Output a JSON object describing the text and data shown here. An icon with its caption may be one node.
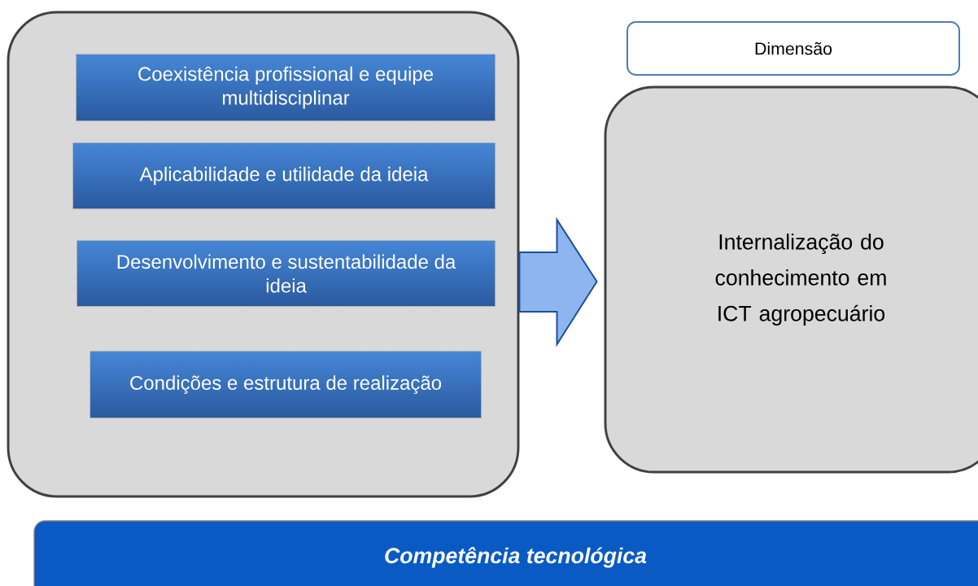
{
  "diagram": {
    "nodes": [
      {
        "text": [],
        "shape": "box"
      },
      {
        "text": [
          "Coexistência  profissional e equipe multidisciplinar"
        ],
        "in": 0
      },
      {
        "text": [
          "Aplicabilidade e utilidade da ideia"
        ],
        "in": 0
      },
      {
        "text": [
          "Desenvolvimento e sustentabilidade da ideia"
        ],
        "in": 0
      },
      {
        "text": [
          "Condições  e estrutura de realização"
        ],
        "in": 0
      },
      {
        "text": [
          "Dimensão"
        ]
      },
      {
        "text": [
          "Internalização do conhecimento em ICT agropecuário"
        ]
      },
      {
        "text": [
          "Competência tecnológica"
        ]
      }
    ],
    "edges": [
      {
        "from": 0,
        "to": 6,
        "arrow": "to"
      }
    ]
  }
}
